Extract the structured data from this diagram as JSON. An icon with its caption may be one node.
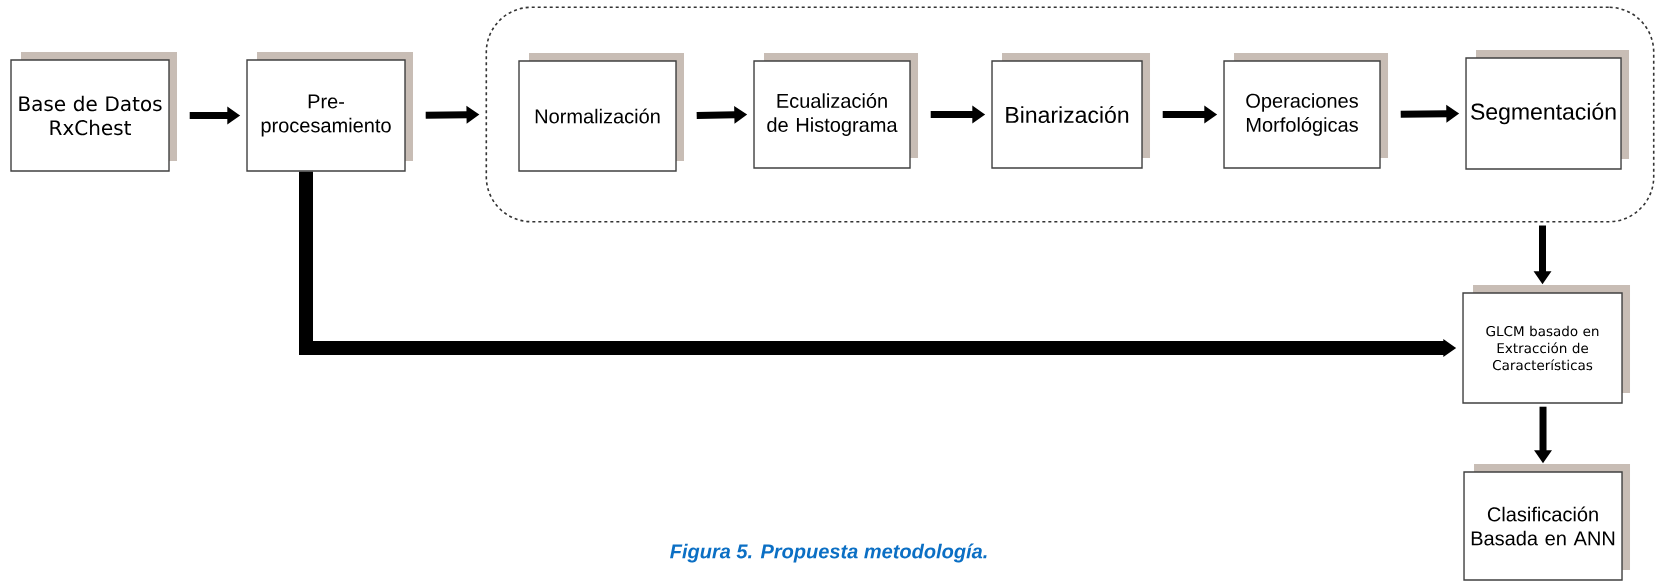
{
  "diagram": {
    "caption": "Figura 5. Propuesta metodología.",
    "nodes": [
      {
        "text": [
          "Base de Datos RxChest"
        ]
      },
      {
        "text": [
          "Pre-procesamiento"
        ]
      },
      {
        "text": [],
        "shape": "box"
      },
      {
        "text": [
          "Normalización"
        ],
        "in": 2
      },
      {
        "text": [
          "Ecualización de Histograma"
        ],
        "in": 2
      },
      {
        "text": [
          "Binarización"
        ],
        "in": 2
      },
      {
        "text": [
          "Operaciones Morfológicas"
        ],
        "in": 2
      },
      {
        "text": [
          "Segmentación"
        ],
        "in": 2
      },
      {
        "text": [
          "GLCM basado en Extracción de Características"
        ]
      },
      {
        "text": [
          "Clasificación Basada en ANN"
        ]
      }
    ],
    "edges": [
      {
        "from": 0,
        "to": 1,
        "arrow": "to"
      },
      {
        "from": 1,
        "to": 2,
        "arrow": "to"
      },
      {
        "from": 3,
        "to": 4,
        "arrow": "to"
      },
      {
        "from": 4,
        "to": 5,
        "arrow": "to"
      },
      {
        "from": 5,
        "to": 6,
        "arrow": "to"
      },
      {
        "from": 6,
        "to": 7,
        "arrow": "to"
      },
      {
        "from": 2,
        "to": 8,
        "arrow": "to"
      },
      {
        "from": 1,
        "to": 8,
        "arrow": "to",
        "style": "thick"
      },
      {
        "from": 8,
        "to": 9,
        "arrow": "to"
      }
    ]
  }
}
